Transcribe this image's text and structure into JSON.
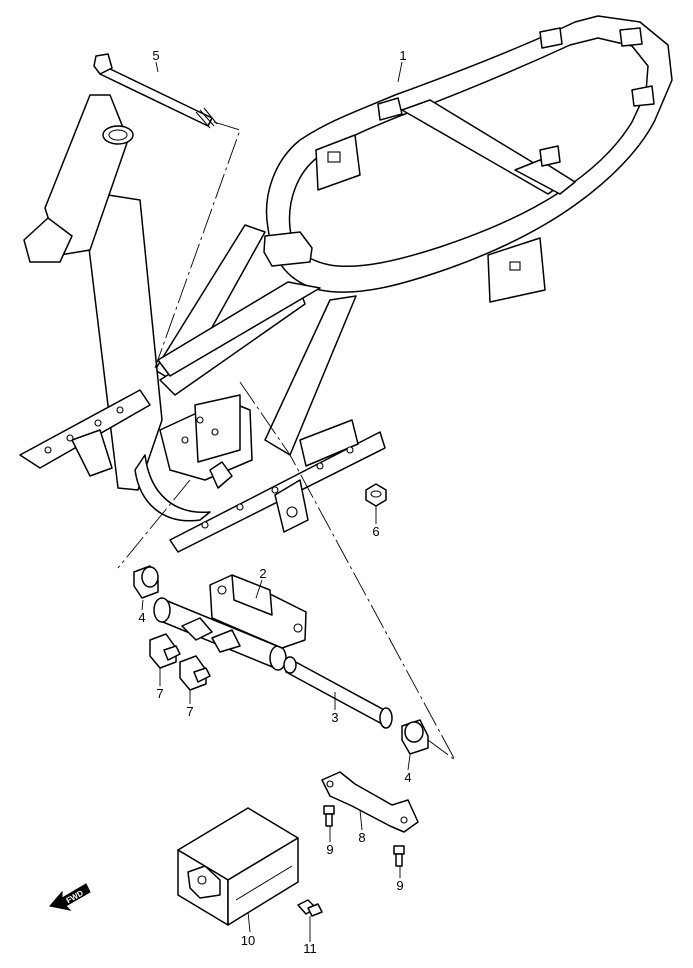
{
  "callouts": {
    "c1": "1",
    "c2": "2",
    "c3": "3",
    "c4a": "4",
    "c4b": "4",
    "c5": "5",
    "c6": "6",
    "c7a": "7",
    "c7b": "7",
    "c8": "8",
    "c9a": "9",
    "c9b": "9",
    "c10": "10",
    "c11": "11"
  },
  "fwd_label": "FWD"
}
